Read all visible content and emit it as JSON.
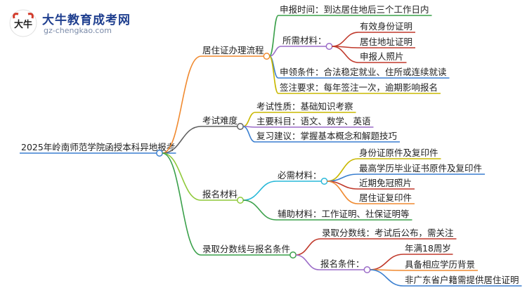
{
  "logo": {
    "title": "大牛教育成考网",
    "url": "gz-chengkao.com",
    "badge_text": "大牛"
  },
  "mindmap": {
    "root": "2025年岭南师范学院函授本科异地报考",
    "branches": [
      {
        "label": "居住证办理流程",
        "color": "#f08a30",
        "children": [
          {
            "label": "申报时间：到达居住地后三个工作日内",
            "color": "#3aa04a"
          },
          {
            "label": "所需材料：",
            "color": "#9b6cc8",
            "children": [
              {
                "label": "有效身份证明",
                "color": "#c0392b"
              },
              {
                "label": "居住地址证明",
                "color": "#c0392b"
              },
              {
                "label": "申报人照片",
                "color": "#c0392b"
              }
            ]
          },
          {
            "label": "申领条件：合法稳定就业、住所或连续就读",
            "color": "#3a7fd0"
          },
          {
            "label": "签注要求：每年签注一次，逾期影响报名",
            "color": "#c9b800"
          }
        ]
      },
      {
        "label": "考试难度",
        "color": "#606060",
        "children": [
          {
            "label": "考试性质：基础知识考察",
            "color": "#c9b800"
          },
          {
            "label": "主要科目：语文、数学、英语",
            "color": "#9b6cc8"
          },
          {
            "label": "复习建议：掌握基本概念和解题技巧",
            "color": "#3a7fd0"
          }
        ]
      },
      {
        "label": "报名材料",
        "color": "#8fc93a",
        "children": [
          {
            "label": "必需材料：",
            "color": "#28b8d8",
            "children": [
              {
                "label": "身份证原件及复印件",
                "color": "#c9b800"
              },
              {
                "label": "最高学历毕业证书原件及复印件",
                "color": "#3a7fd0"
              },
              {
                "label": "近期免冠照片",
                "color": "#c0392b"
              },
              {
                "label": "居住证复印件",
                "color": "#f08a30"
              }
            ]
          },
          {
            "label": "辅助材料：工作证明、社保证明等",
            "color": "#3aa04a"
          }
        ]
      },
      {
        "label": "录取分数线与报名条件",
        "color": "#3aa04a",
        "children": [
          {
            "label": "录取分数线：考试后公布，需关注",
            "color": "#c0392b"
          },
          {
            "label": "报名条件：",
            "color": "#9b6cc8",
            "children": [
              {
                "label": "年满18周岁",
                "color": "#c0392b"
              },
              {
                "label": "具备相应学历背景",
                "color": "#f08a30"
              },
              {
                "label": "非广东省户籍需提供居住证明",
                "color": "#3a7fd0"
              }
            ]
          }
        ]
      }
    ]
  }
}
